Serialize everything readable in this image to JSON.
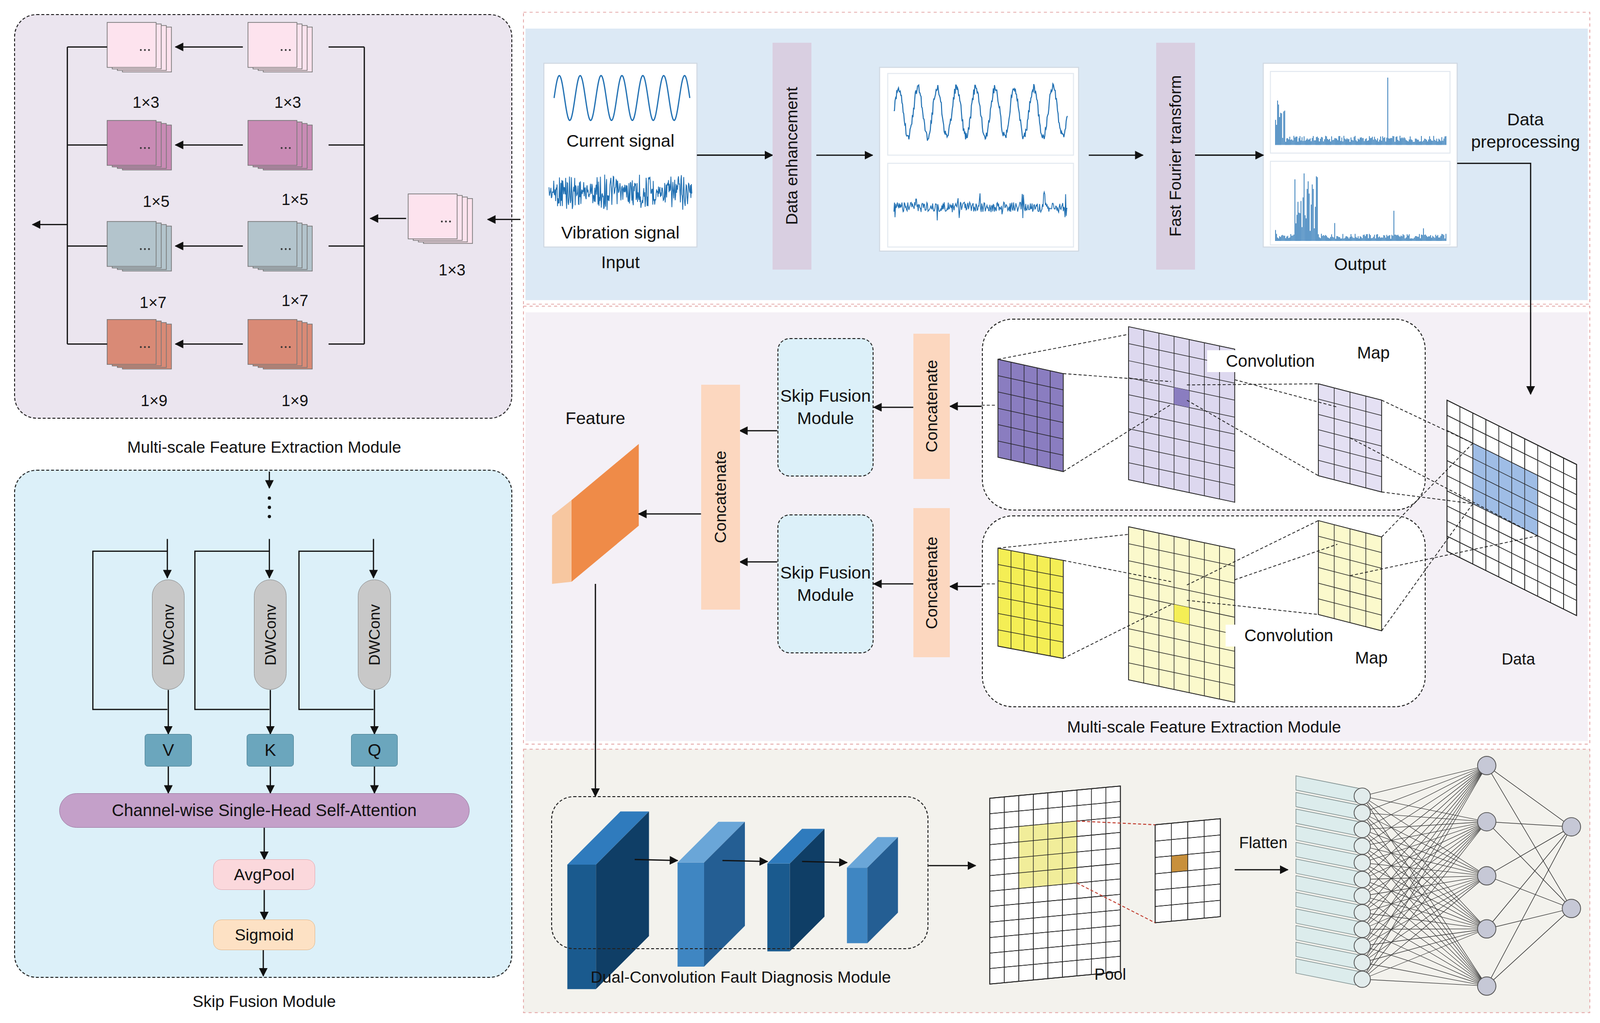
{
  "diagram": {
    "nodes": [
      {
        "text": [
          "Multi-scale Feature Extraction Module"
        ]
      },
      {
        "text": [
          "Skip Fusion Module"
        ]
      },
      {
        "text": [
          "DWConv"
        ],
        "in": 1
      },
      {
        "text": [
          "DWConv"
        ],
        "in": 1
      },
      {
        "text": [
          "DWConv"
        ],
        "in": 1
      },
      {
        "text": [
          "V"
        ],
        "in": 1
      },
      {
        "text": [
          "K"
        ],
        "in": 1
      },
      {
        "text": [
          "Q"
        ],
        "in": 1
      },
      {
        "text": [
          "Channel-wise Single-Head Self-Attention"
        ],
        "in": 1
      },
      {
        "text": [
          "AvgPool"
        ],
        "in": 1
      },
      {
        "text": [
          "Sigmoid"
        ],
        "in": 1
      },
      {
        "text": [
          "Data preprocessing"
        ]
      },
      {
        "text": [
          "Current signal",
          "Vibration signal",
          "Input"
        ],
        "in": 11
      },
      {
        "text": [
          "Data enhancement"
        ],
        "in": 11
      },
      {
        "text": [
          "Fast Fourier transform"
        ],
        "in": 11
      },
      {
        "text": [
          "Output"
        ],
        "in": 11
      },
      {
        "text": [
          "Multi-scale Feature Extraction Module"
        ]
      },
      {
        "text": [
          "Convolution",
          "Map"
        ],
        "in": 16
      },
      {
        "text": [
          "Convolution",
          "Map"
        ],
        "in": 16
      },
      {
        "text": [
          "Concatenate"
        ],
        "in": 16
      },
      {
        "text": [
          "Concatenate"
        ],
        "in": 16
      },
      {
        "text": [
          "Skip Fusion Module"
        ],
        "in": 16
      },
      {
        "text": [
          "Skip Fusion Module"
        ],
        "in": 16
      },
      {
        "text": [
          "Concatenate"
        ],
        "in": 16
      },
      {
        "text": [
          "Feature"
        ],
        "in": 16
      },
      {
        "text": [
          "Dual-Convolution Fault Diagnosis Module"
        ]
      }
    ],
    "edges": [
      {
        "from": 12,
        "to": 13,
        "arrow": "to"
      },
      {
        "from": 14,
        "to": 15,
        "arrow": "to"
      },
      {
        "from": 17,
        "to": 19,
        "arrow": "to"
      },
      {
        "from": 18,
        "to": 20,
        "arrow": "to"
      },
      {
        "from": 19,
        "to": 21,
        "arrow": "to"
      },
      {
        "from": 20,
        "to": 22,
        "arrow": "to"
      },
      {
        "from": 21,
        "to": 23,
        "arrow": "to"
      },
      {
        "from": 22,
        "to": 23,
        "arrow": "to"
      },
      {
        "from": 23,
        "to": 24,
        "arrow": "to"
      },
      {
        "from": 24,
        "to": 25,
        "arrow": "to"
      },
      {
        "from": 2,
        "to": 5,
        "arrow": "to"
      },
      {
        "from": 3,
        "to": 6,
        "arrow": "to"
      },
      {
        "from": 4,
        "to": 7,
        "arrow": "to"
      },
      {
        "from": 5,
        "to": 8,
        "arrow": "to"
      },
      {
        "from": 6,
        "to": 8,
        "arrow": "to"
      },
      {
        "from": 7,
        "to": 8,
        "arrow": "to"
      },
      {
        "from": 8,
        "to": 9,
        "arrow": "to"
      },
      {
        "from": 9,
        "to": 10,
        "arrow": "to"
      }
    ],
    "labels": [
      "1×3",
      "1×3",
      "1×5",
      "1×5",
      "1×7",
      "1×7",
      "1×9",
      "1×9",
      "1×3",
      "Data",
      "Pool",
      "Flatten"
    ]
  }
}
